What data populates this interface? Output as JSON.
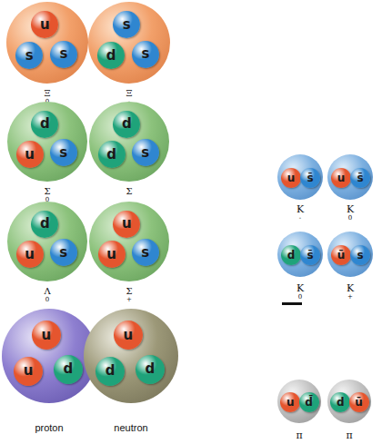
{
  "diagram": {
    "nodes": [
      {
        "text": [
          "Ξ",
          "0"
        ]
      },
      {
        "text": [
          "u"
        ],
        "in": 0
      },
      {
        "text": [
          "s"
        ],
        "in": 0
      },
      {
        "text": [
          "s"
        ],
        "in": 0
      },
      {
        "text": [
          "Ξ",
          "-"
        ]
      },
      {
        "text": [
          "s"
        ],
        "in": 4
      },
      {
        "text": [
          "d"
        ],
        "in": 4
      },
      {
        "text": [
          "s"
        ],
        "in": 4
      },
      {
        "text": [
          "Σ",
          "0"
        ]
      },
      {
        "text": [
          "d"
        ],
        "in": 8
      },
      {
        "text": [
          "u"
        ],
        "in": 8
      },
      {
        "text": [
          "s"
        ],
        "in": 8
      },
      {
        "text": [
          "Σ"
        ]
      },
      {
        "text": [
          "d"
        ],
        "in": 12
      },
      {
        "text": [
          "d"
        ],
        "in": 12
      },
      {
        "text": [
          "s"
        ],
        "in": 12
      },
      {
        "text": [
          "Λ",
          "0"
        ]
      },
      {
        "text": [
          "d"
        ],
        "in": 16
      },
      {
        "text": [
          "u"
        ],
        "in": 16
      },
      {
        "text": [
          "s"
        ],
        "in": 16
      },
      {
        "text": [
          "Σ",
          "+"
        ]
      },
      {
        "text": [
          "u"
        ],
        "in": 20
      },
      {
        "text": [
          "u"
        ],
        "in": 20
      },
      {
        "text": [
          "s"
        ],
        "in": 20
      },
      {
        "text": [
          "proton"
        ]
      },
      {
        "text": [
          "u"
        ],
        "in": 24
      },
      {
        "text": [
          "u"
        ],
        "in": 24
      },
      {
        "text": [
          "d"
        ],
        "in": 24
      },
      {
        "text": [
          "neutron"
        ]
      },
      {
        "text": [
          "u"
        ],
        "in": 28
      },
      {
        "text": [
          "d"
        ],
        "in": 28
      },
      {
        "text": [
          "d"
        ],
        "in": 28
      },
      {
        "text": [
          "K",
          "-"
        ]
      },
      {
        "text": [
          "u"
        ],
        "in": 32
      },
      {
        "text": [
          "s̄"
        ],
        "in": 32
      },
      {
        "text": [
          "K",
          "0"
        ]
      },
      {
        "text": [
          "u"
        ],
        "in": 35
      },
      {
        "text": [
          "s̄"
        ],
        "in": 35
      },
      {
        "text": [
          "K",
          "0"
        ]
      },
      {
        "text": [
          "d"
        ],
        "in": 38
      },
      {
        "text": [
          "s̄"
        ],
        "in": 38
      },
      {
        "text": [
          "K",
          "+"
        ]
      },
      {
        "text": [
          "ū"
        ],
        "in": 41
      },
      {
        "text": [
          "s"
        ],
        "in": 41
      },
      {
        "text": [
          "π"
        ]
      },
      {
        "text": [
          "u"
        ],
        "in": 44
      },
      {
        "text": [
          "d̄"
        ],
        "in": 44
      },
      {
        "text": [
          "π"
        ]
      },
      {
        "text": [
          "d"
        ],
        "in": 47
      },
      {
        "text": [
          "ū"
        ],
        "in": 47
      }
    ]
  }
}
